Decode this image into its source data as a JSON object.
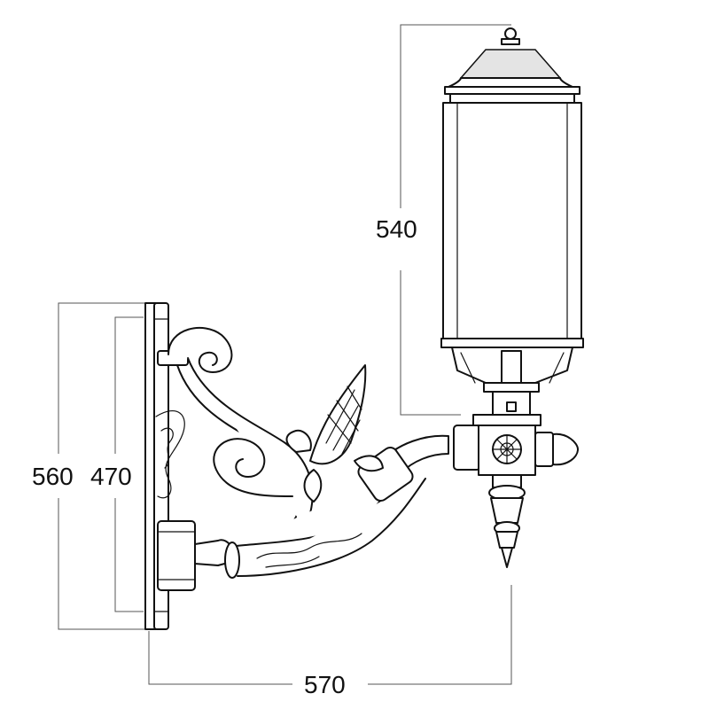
{
  "dimensions": {
    "lantern_height": "540",
    "overall_height": "560",
    "mount_height": "470",
    "overall_width": "570"
  },
  "colors": {
    "line": "#111111",
    "dimension_line": "#555555",
    "background": "#ffffff",
    "shading": "#e4e4e4"
  }
}
